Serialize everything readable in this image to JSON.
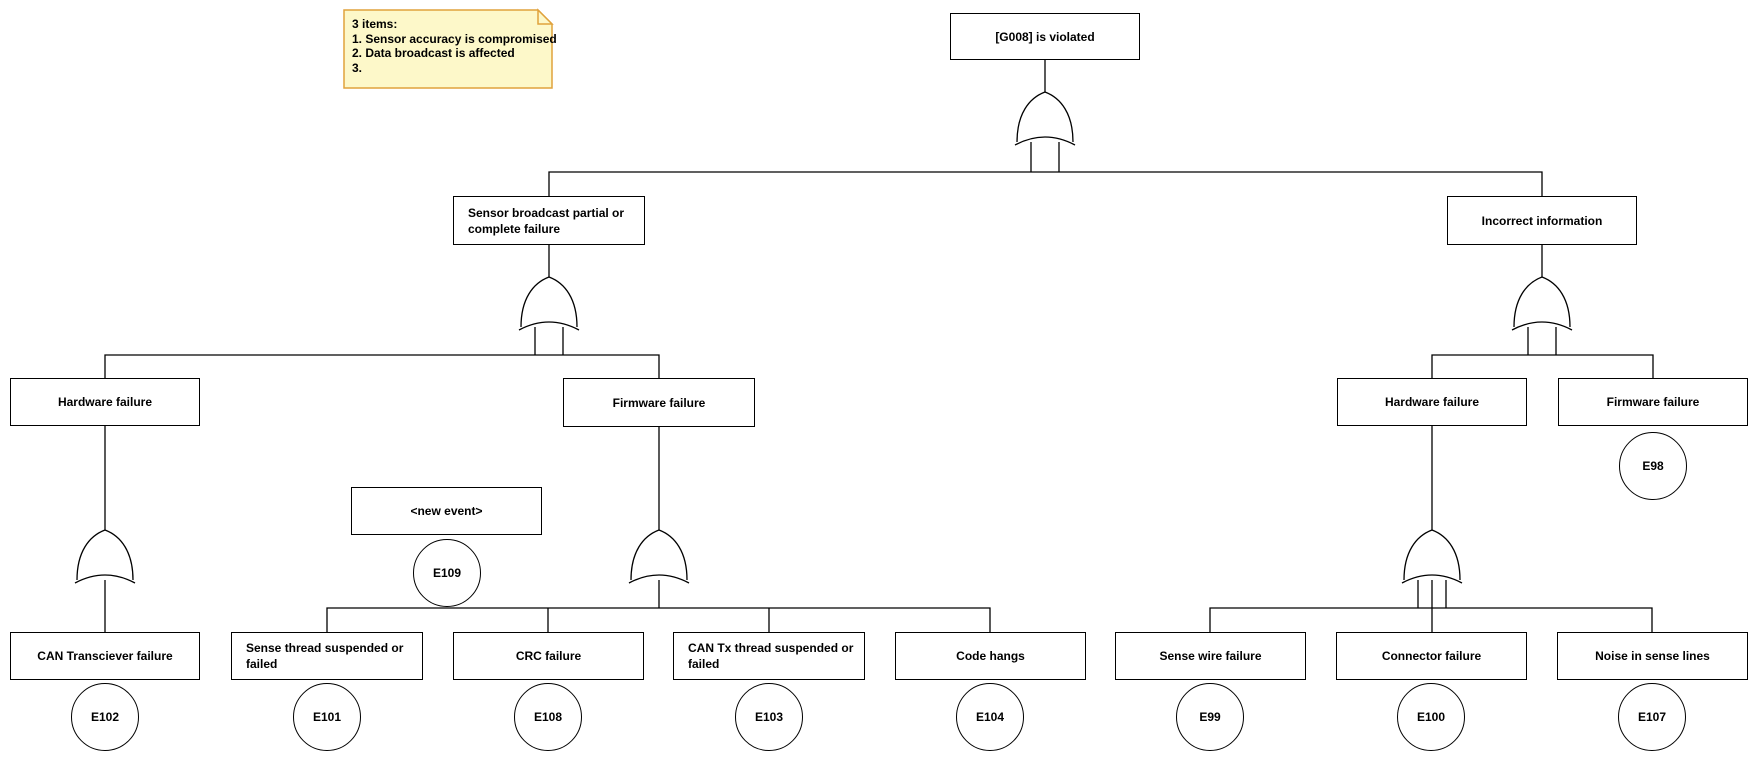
{
  "note": {
    "line1": "3 items:",
    "line2": "1. Sensor accuracy is compromised",
    "line3": "2. Data broadcast is affected",
    "line4": "3."
  },
  "nodes": {
    "goal": "[G008] is violated",
    "sensor_broadcast_l1": "Sensor broadcast partial or",
    "sensor_broadcast_l2": "complete failure",
    "incorrect_info": "Incorrect information",
    "hw_left": "Hardware failure",
    "fw_left": "Firmware failure",
    "new_event": "<new event>",
    "hw_right": "Hardware failure",
    "fw_right": "Firmware failure",
    "can_transciever": "CAN Transciever failure",
    "sense_thread_l1": "Sense thread suspended or",
    "sense_thread_l2": "failed",
    "crc": "CRC failure",
    "can_tx_l1": "CAN Tx thread suspended or",
    "can_tx_l2": "failed",
    "code_hangs": "Code hangs",
    "sense_wire": "Sense wire failure",
    "connector": "Connector failure",
    "noise": "Noise in sense lines"
  },
  "events": {
    "e109": "E109",
    "e98": "E98",
    "e102": "E102",
    "e101": "E101",
    "e108": "E108",
    "e103": "E103",
    "e104": "E104",
    "e99": "E99",
    "e100": "E100",
    "e107": "E107"
  },
  "gates": {
    "type": "or-gate",
    "count": 6
  },
  "colors": {
    "line": "#000000",
    "node_bg": "#ffffff",
    "node_border": "#000000",
    "note_bg": "#fdf8c9",
    "note_border": "#e0a23c"
  }
}
